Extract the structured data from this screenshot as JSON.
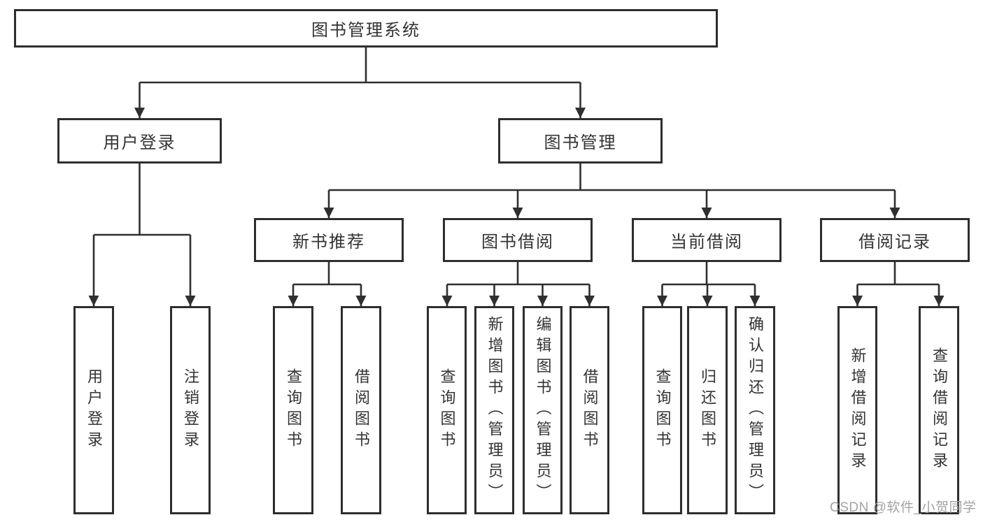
{
  "tree": {
    "root": "图书管理系统",
    "branches": [
      {
        "label": "用户登录",
        "children": [
          "用户登录",
          "注销登录"
        ]
      },
      {
        "label": "图书管理",
        "groups": [
          {
            "label": "新书推荐",
            "children": [
              "查询图书",
              "借阅图书"
            ]
          },
          {
            "label": "图书借阅",
            "children": [
              "查询图书",
              "新增图书（管理员）",
              "编辑图书（管理员）",
              "借阅图书"
            ]
          },
          {
            "label": "当前借阅",
            "children": [
              "查询图书",
              "归还图书",
              "确认归还（管理员）"
            ]
          },
          {
            "label": "借阅记录",
            "children": [
              "新增借阅记录",
              "查询借阅记录"
            ]
          }
        ]
      }
    ]
  },
  "watermark": "CSDN @软件_小贺同学",
  "colors": {
    "line": "#2f2f2f",
    "border": "#2e2e2e",
    "text": "#333333",
    "watermark": "#a3a3a3",
    "background": "#ffffff"
  }
}
